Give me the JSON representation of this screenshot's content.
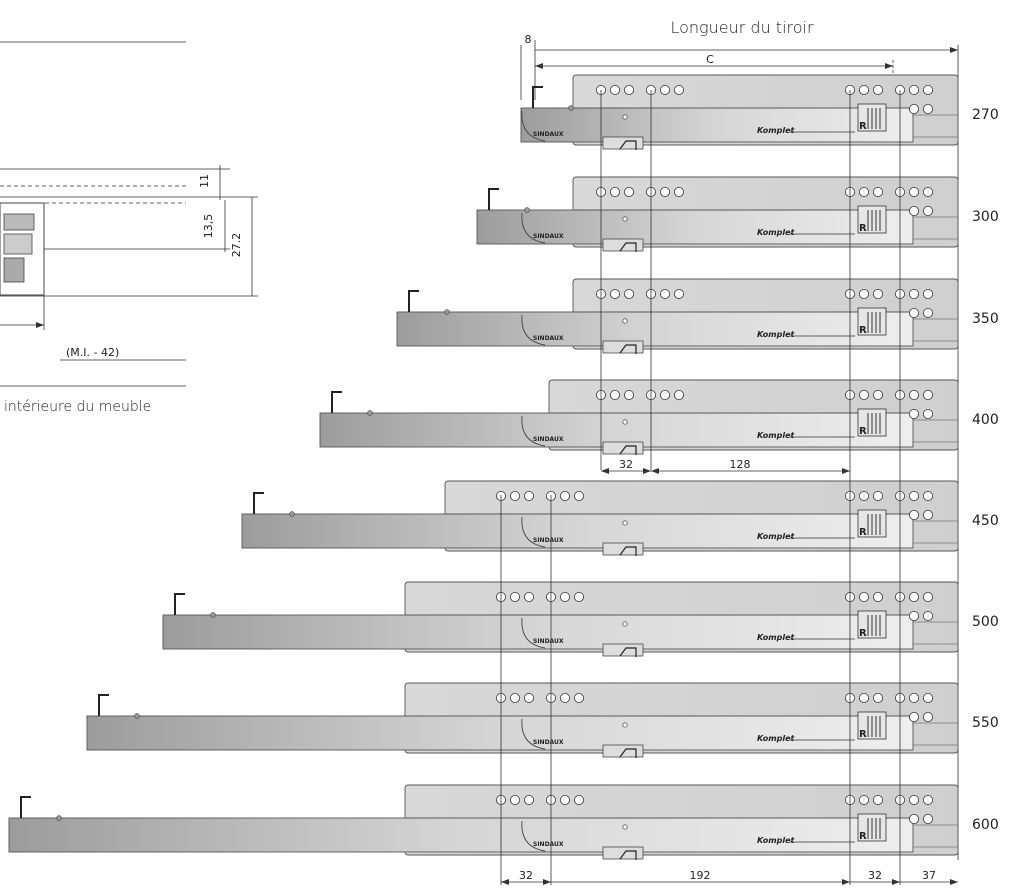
{
  "header": {
    "title": "Longueur du tiroir"
  },
  "top_dims": {
    "offset": "8",
    "c_label": "C"
  },
  "left_panel": {
    "dim_11": "11",
    "dim_13_5": "13,5",
    "dim_27_2": "27.2",
    "mi_label": "(M.I. - 42)",
    "caption": "intérieure du meuble"
  },
  "slides": [
    {
      "length": "270",
      "runner_brand": "SINDAUX",
      "brand_script": "Komplet",
      "r_mark": "R"
    },
    {
      "length": "300",
      "runner_brand": "SINDAUX",
      "brand_script": "Komplet",
      "r_mark": "R"
    },
    {
      "length": "350",
      "runner_brand": "SINDAUX",
      "brand_script": "Komplet",
      "r_mark": "R"
    },
    {
      "length": "400",
      "runner_brand": "SINDAUX",
      "brand_script": "Komplet",
      "r_mark": "R"
    },
    {
      "length": "450",
      "runner_brand": "SINDAUX",
      "brand_script": "Komplet",
      "r_mark": "R"
    },
    {
      "length": "500",
      "runner_brand": "SINDAUX",
      "brand_script": "Komplet",
      "r_mark": "R"
    },
    {
      "length": "550",
      "runner_brand": "SINDAUX",
      "brand_script": "Komplet",
      "r_mark": "R"
    },
    {
      "length": "600",
      "runner_brand": "SINDAUX",
      "brand_script": "Komplet",
      "r_mark": "R"
    }
  ],
  "mid_dims": {
    "d32": "32",
    "d128": "128"
  },
  "bottom_dims": {
    "d32a": "32",
    "d192": "192",
    "d32b": "32",
    "d37": "37"
  }
}
